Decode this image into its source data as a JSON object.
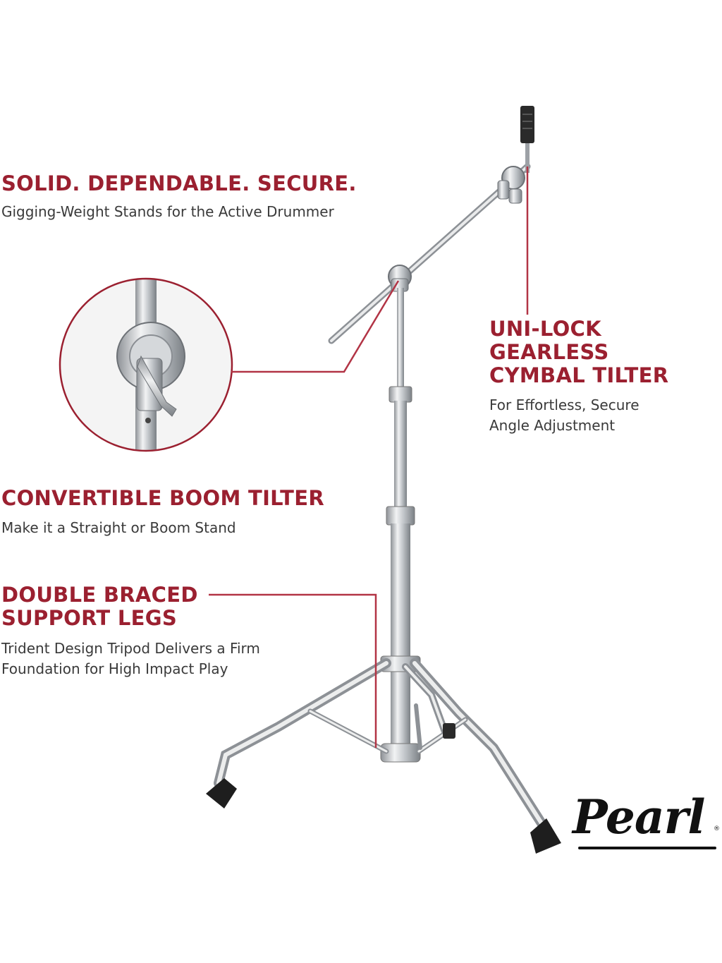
{
  "sections": {
    "solid": {
      "heading": "SOLID. DEPENDABLE. SECURE.",
      "subtitle": "Gigging-Weight Stands for the Active Drummer"
    },
    "unilock": {
      "heading_lines": [
        "UNI-LOCK",
        "GEARLESS",
        "CYMBAL TILTER"
      ],
      "subtitle_lines": [
        "For Effortless, Secure",
        "Angle Adjustment"
      ]
    },
    "convertible": {
      "heading": "CONVERTIBLE BOOM TILTER",
      "subtitle": "Make it a Straight or Boom Stand"
    },
    "double": {
      "heading_lines": [
        "DOUBLE BRACED",
        "SUPPORT LEGS"
      ],
      "subtitle_lines": [
        "Trident Design Tripod Delivers a Firm",
        "Foundation for High Impact Play"
      ]
    }
  },
  "logo": {
    "text": "Pearl",
    "mark": "®"
  },
  "colors": {
    "accent": "#9b2030",
    "text": "#3a3a3a",
    "chrome": "#b9bdc2"
  }
}
